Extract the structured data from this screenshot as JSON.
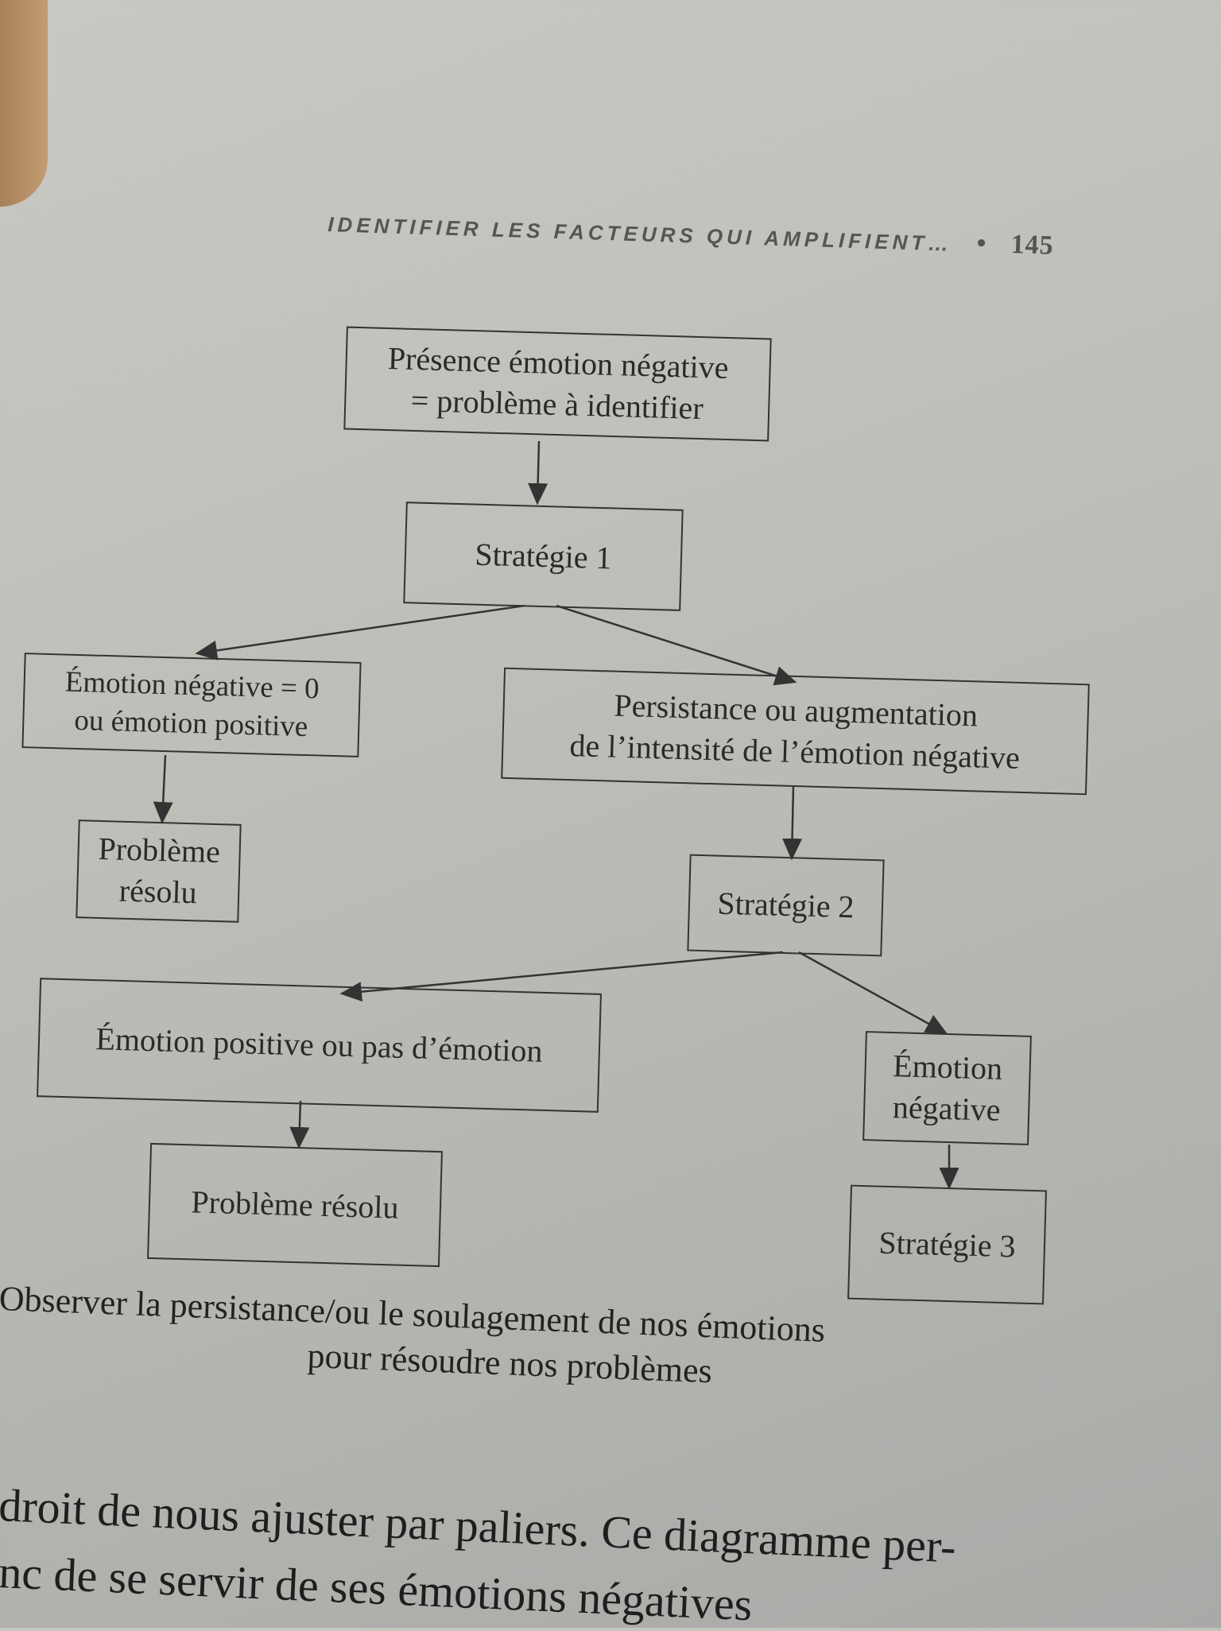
{
  "header": {
    "running_title": "IDENTIFIER LES FACTEURS QUI AMPLIFIENT…",
    "bullet": "•",
    "page_number": "145"
  },
  "diagram": {
    "nodes": {
      "start": [
        "Présence émotion négative",
        "= problème à identifier"
      ],
      "strategie1": "Stratégie 1",
      "emotion_zero": [
        "Émotion négative = 0",
        "ou émotion positive"
      ],
      "persistance": [
        "Persistance ou augmentation",
        "de l’intensité de l’émotion négative"
      ],
      "resolu1": [
        "Problème",
        "résolu"
      ],
      "strategie2": "Stratégie 2",
      "emotion_positive": "Émotion positive ou pas d’émotion",
      "emotion_negative": [
        "Émotion",
        "négative"
      ],
      "resolu2": "Problème résolu",
      "strategie3": "Stratégie 3"
    }
  },
  "caption": [
    "Observer la persistance/ou le soulagement de nos émotions",
    "pour résoudre nos problèmes"
  ],
  "body_text": [
    "droit de nous ajuster par paliers. Ce diagramme per-",
    "nc de se servir de ses émotions négatives"
  ]
}
